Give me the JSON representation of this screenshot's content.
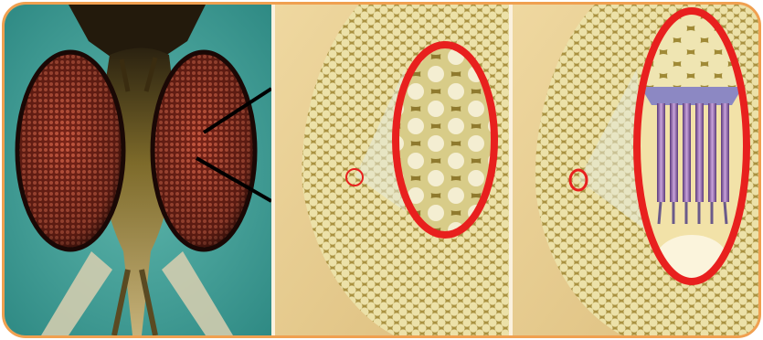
{
  "figure": {
    "panels": [
      "compound-eye-photo",
      "ommatidia-surface-zoom",
      "ommatidia-structure-zoom"
    ]
  },
  "colors": {
    "frame": "#f0a050",
    "highlight": "#e8201e",
    "background_teal": "#3d9a93",
    "eye_red": "#8a2a1c",
    "surface": "#b9a24c",
    "facet": "#e9dc9a",
    "rhabdom": "#8a5fa6"
  },
  "icons": [
    "fly-head-image",
    "callout-lines",
    "highlight-ring"
  ]
}
